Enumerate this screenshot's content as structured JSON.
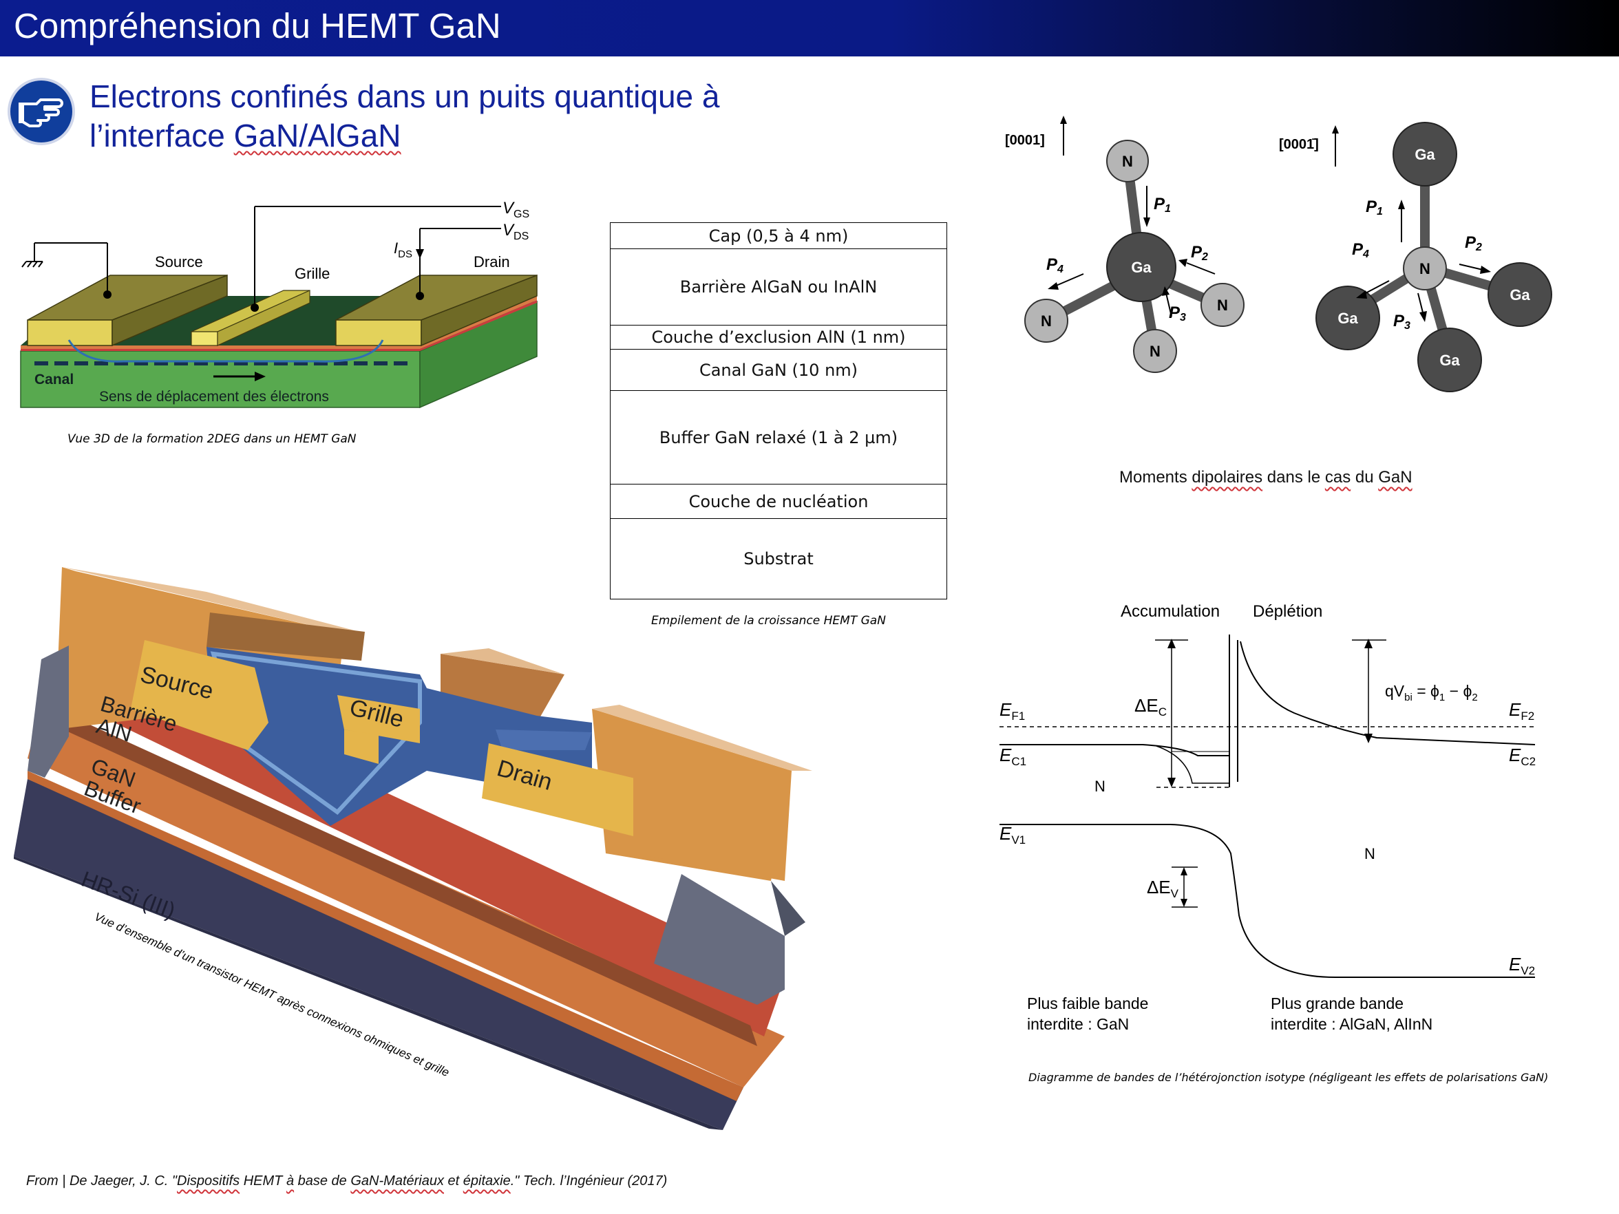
{
  "header": {
    "title": "Compréhension du HEMT GaN"
  },
  "subtitle": {
    "line1": "Electrons confinés dans un puits quantique à",
    "line2_prefix": "l’interface ",
    "line2_term": "GaN/AlGaN"
  },
  "hemt3d": {
    "labels": {
      "vgs": "V",
      "vgs_sub": "GS",
      "vds": "V",
      "vds_sub": "DS",
      "ids": "I",
      "ids_sub": "DS",
      "source": "Source",
      "grille": "Grille",
      "drain": "Drain",
      "canal": "Canal",
      "direction": "Sens de déplacement des électrons"
    },
    "caption": "Vue 3D de la formation 2DEG dans un HEMT GaN"
  },
  "stack": {
    "layers": [
      "Cap (0,5 à 4 nm)",
      "Barrière AlGaN ou InAlN",
      "Couche d’exclusion AlN (1 nm)",
      "Canal GaN (10 nm)",
      "Buffer GaN relaxé (1 à 2 µm)",
      "Couche de nucléation",
      "Substrat"
    ],
    "caption": "Empilement de la croissance HEMT GaN"
  },
  "dipoles": {
    "axis_left": "[0001]",
    "axis_right": "[0001̄]",
    "atom_n": "N",
    "atom_ga": "Ga",
    "p1": "P",
    "p2": "P",
    "p3": "P",
    "p4": "P",
    "s1": "1",
    "s2": "2",
    "s3": "3",
    "s4": "4",
    "caption_pre": "Moments ",
    "caption_w1": "dipolaires",
    "caption_mid": " dans le ",
    "caption_w2": "cas",
    "caption_post": " du ",
    "caption_w3": "GaN"
  },
  "device": {
    "source": "Source",
    "barriere": "Barrière",
    "aln": "AlN",
    "grille": "Grille",
    "drain": "Drain",
    "gan": "GaN",
    "buffer": "Buffer",
    "substrate": "HR-Si (III)",
    "caption": "Vue d’ensemble d’un transistor HEMT après connexions ohmiques et  grille"
  },
  "band": {
    "accumulation": "Accumulation",
    "depletion": "Déplétion",
    "delta_ec": "ΔE",
    "delta_ec_sub": "C",
    "delta_ev": "ΔE",
    "delta_ev_sub": "V",
    "qvbi": "qV",
    "qvbi_sub": "bi",
    "qvbi_eq": " = ϕ",
    "phi1_sub": "1",
    "minus_phi": " − ϕ",
    "phi2_sub": "2",
    "ef1": "E",
    "ef1_sub": "F1",
    "ef2": "E",
    "ef2_sub": "F2",
    "ec1": "E",
    "ec1_sub": "C1",
    "ec2": "E",
    "ec2_sub": "C2",
    "ev1": "E",
    "ev1_sub": "V1",
    "ev2": "E",
    "ev2_sub": "V2",
    "n_left": "N",
    "n_right": "N",
    "left_gap_1": "Plus faible bande",
    "left_gap_2": "interdite : GaN",
    "right_gap_1": "Plus grande bande",
    "right_gap_2": "interdite : AlGaN, AlInN",
    "caption": "Diagramme de bandes de l’hétérojonction isotype (négligeant les effets de polarisations GaN)"
  },
  "footer": {
    "prefix": "From | De Jaeger, J. C. \"",
    "w1": "Dispositifs",
    "t1": " HEMT ",
    "w2": "à",
    "t2": " base de ",
    "w3": "GaN-Matériaux",
    "t3": " et ",
    "w4": "épitaxie",
    "suffix": ".\" Tech. l’Ingénieur (2017)"
  }
}
